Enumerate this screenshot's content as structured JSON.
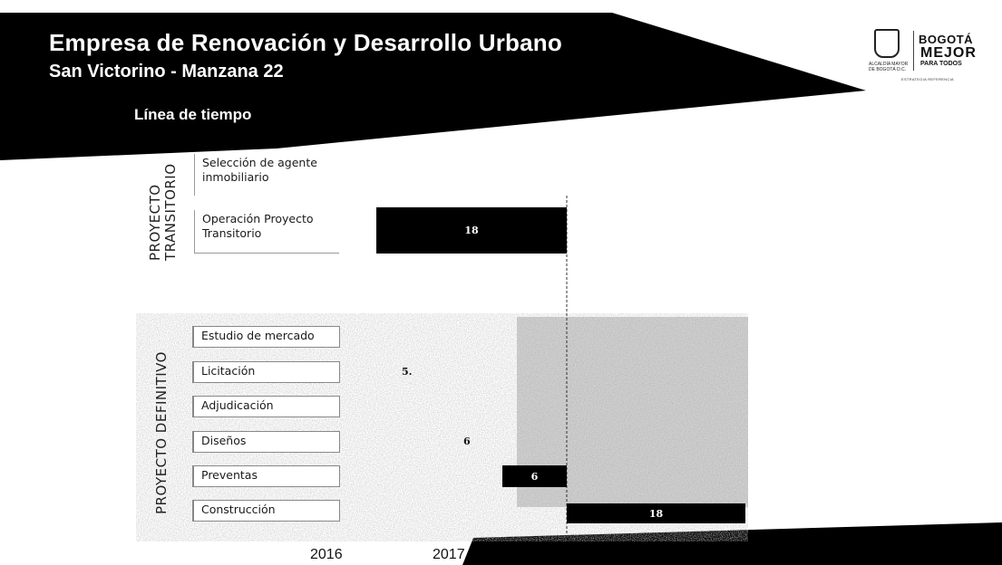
{
  "header": {
    "org_title": "Empresa de Renovación y Desarrollo Urbano",
    "project_title": "San Victorino - Manzana 22",
    "section_title": "Línea de tiempo"
  },
  "logos": {
    "seal_text": "ALCALDÍA MAYOR DE BOGOTÁ D.C.",
    "brand_line1": "BOGOTÁ",
    "brand_line2": "MEJOR",
    "brand_line3": "PARA TODOS",
    "footer": "ESTRATEGIA REFERENCIA"
  },
  "colors": {
    "banner": "#000000",
    "bar": "#000000",
    "bar_text": "#ffffff",
    "grain": "#b3b3b3"
  },
  "chart_data": {
    "type": "gantt",
    "title": "Línea de tiempo",
    "groups": [
      {
        "name": "PROYECTO\nTRANSITORIO",
        "rows": [
          {
            "label": "Selección de agente inmobiliario",
            "value": null
          },
          {
            "label": "Operación Proyecto Transitorio",
            "value": 18,
            "value_label": "18"
          }
        ]
      },
      {
        "name": "PROYECTO DEFINITIVO",
        "rows": [
          {
            "label": "Estudio de mercado",
            "value": null
          },
          {
            "label": "Licitación",
            "value": 5,
            "value_label": "5."
          },
          {
            "label": "Adjudicación",
            "value": null
          },
          {
            "label": "Diseños",
            "value": 6,
            "value_label": "6"
          },
          {
            "label": "Preventas",
            "value": 6,
            "value_label": "6"
          },
          {
            "label": "Construcción",
            "value": 18,
            "value_label": "18"
          }
        ]
      }
    ],
    "x_axis": {
      "ticks": [
        "2016",
        "2017"
      ]
    },
    "grid": false
  }
}
